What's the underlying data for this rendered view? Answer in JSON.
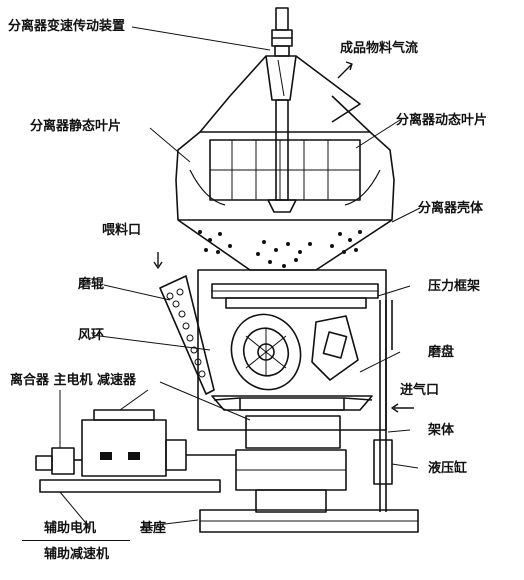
{
  "labels": {
    "separator_drive": "分离器变速传动装置",
    "product_airflow": "成品物料气流",
    "separator_static_blades": "分离器静态叶片",
    "separator_dynamic_blades": "分离器动态叶片",
    "separator_shell": "分离器壳体",
    "feed_inlet": "喂料口",
    "grinding_roller": "磨辊",
    "pressure_frame": "压力框架",
    "wind_ring": "风环",
    "grinding_table": "磨盘",
    "drive_chain": "离合器 主电机 减速器",
    "air_inlet": "进气口",
    "frame_body": "架体",
    "hydraulic_cylinder": "液压缸",
    "auxiliary_motor": "辅助电机",
    "base": "基座",
    "auxiliary_reducer": "辅助减速机"
  },
  "colors": {
    "line": "#111111",
    "background": "#ffffff"
  }
}
